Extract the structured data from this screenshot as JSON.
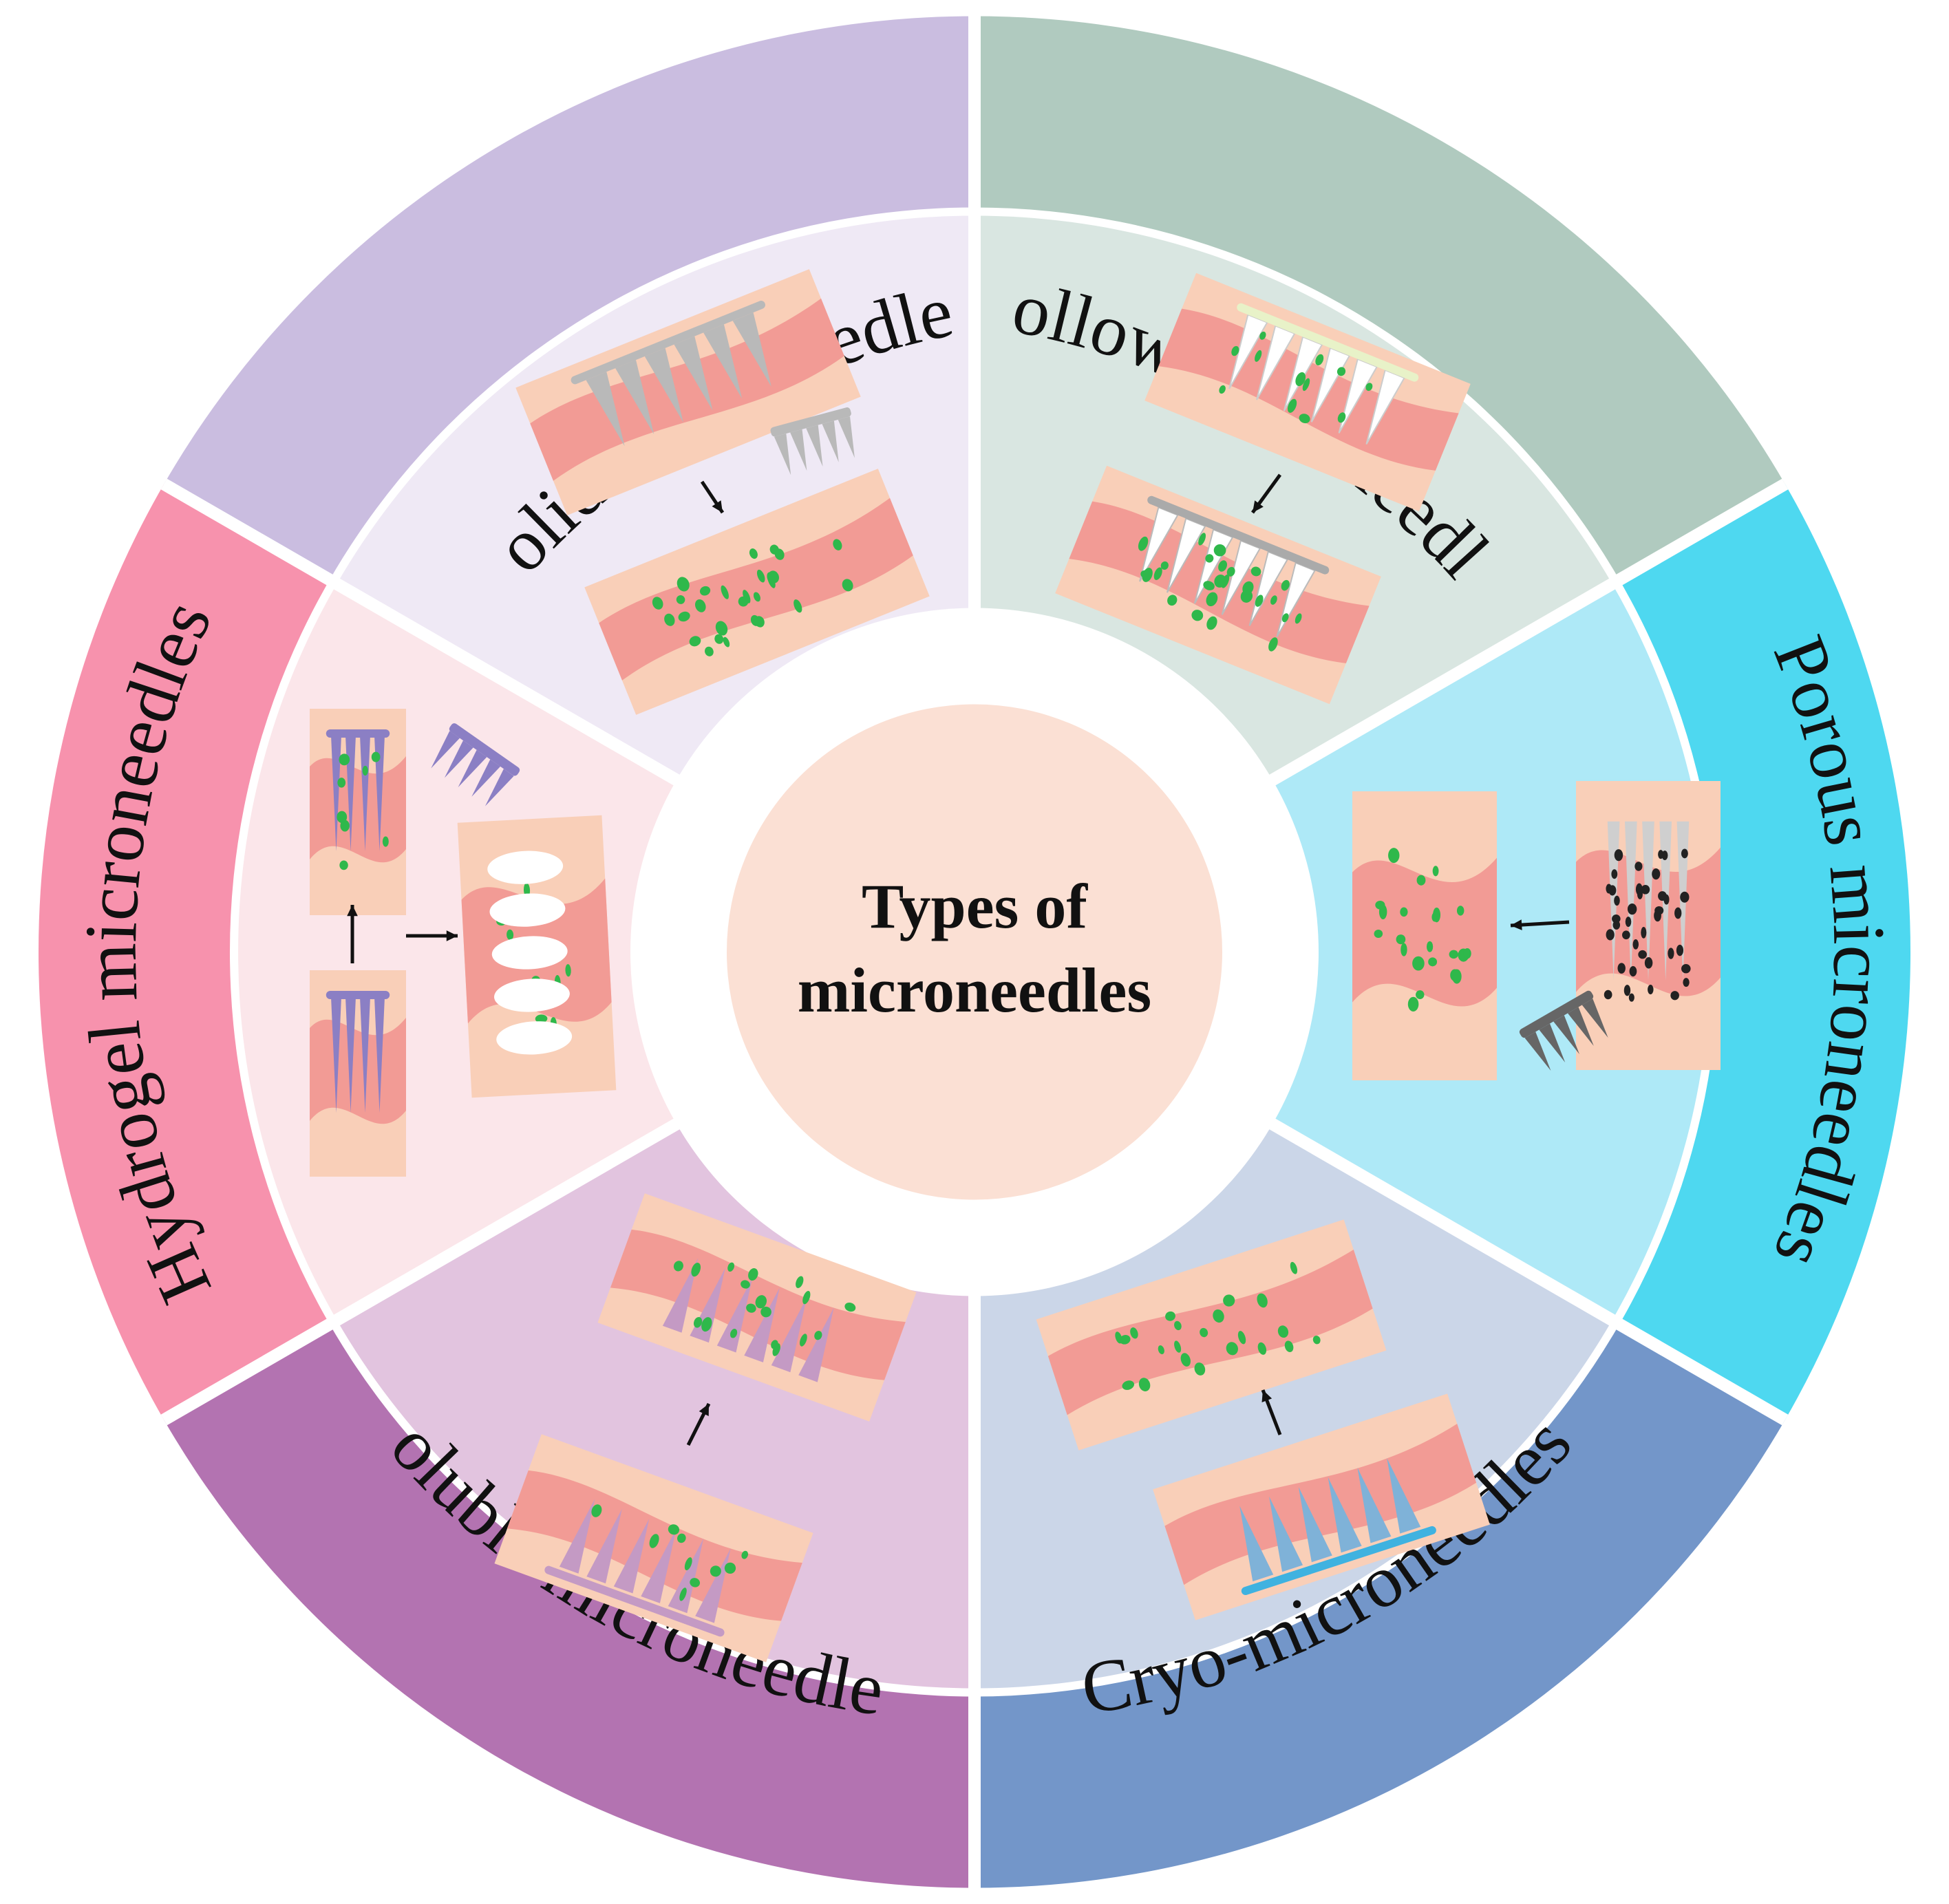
{
  "center": {
    "title_lines": [
      "Types of",
      "microneedles"
    ],
    "color": "#fbe0d4"
  },
  "segments": [
    {
      "id": "solid",
      "label": "Solid microneedles",
      "outer_color": "#cabde0",
      "inner_color": "#efe9f5",
      "icon": "solid-microneedle-icon",
      "needle_color": "#b9b9b9"
    },
    {
      "id": "hollow",
      "label": "Hollow microneedles",
      "outer_color": "#b0cabf",
      "inner_color": "#d9e6e1",
      "icon": "hollow-microneedle-icon",
      "needle_color": "#ffffff"
    },
    {
      "id": "porous",
      "label": "Porous microneedles",
      "outer_color": "#4ed8f0",
      "inner_color": "#aee9f7",
      "icon": "porous-microneedle-icon",
      "needle_color": "#222222"
    },
    {
      "id": "cryo",
      "label": "Cryo-microneedles",
      "outer_color": "#7396c9",
      "inner_color": "#cbd6e8",
      "icon": "cryo-microneedle-icon",
      "needle_color": "#7fb2d8"
    },
    {
      "id": "soluble",
      "label": "Soluble microneedles",
      "outer_color": "#b373b1",
      "inner_color": "#e2c4df",
      "icon": "soluble-microneedle-icon",
      "needle_color": "#c49ac4"
    },
    {
      "id": "hydrogel",
      "label": "Hydrogel microneedles",
      "outer_color": "#f792ad",
      "inner_color": "#fbe6ea",
      "icon": "hydrogel-microneedle-icon",
      "needle_color": "#8b7fc4"
    }
  ],
  "colors": {
    "skin_light": "#f9cfb8",
    "skin_dermis": "#f29b95",
    "drug": "#2fb84b",
    "arrow": "#111111"
  }
}
